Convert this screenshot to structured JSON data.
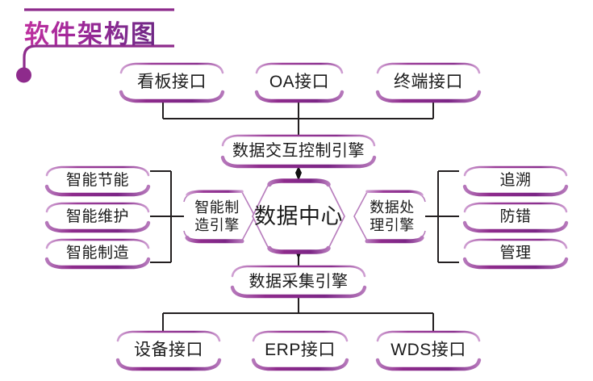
{
  "page": {
    "title": "软件架构图",
    "background_color": "#ffffff",
    "accent_color": "#8e2b8c",
    "accent_color_light": "#b05cb4",
    "accent_color_dark": "#6d2683",
    "title_color": "#a32a8e",
    "connector_color": "#231f20",
    "text_color": "#1a1a1a"
  },
  "diagram": {
    "type": "architecture-block-diagram",
    "top_row": {
      "group_name": "interface-layer",
      "items": [
        {
          "label": "看板接口"
        },
        {
          "label": "OA接口"
        },
        {
          "label": "终端接口"
        }
      ]
    },
    "control_engine": {
      "label": "数据交互控制引擎"
    },
    "core": {
      "left_engine": {
        "label": "智能制\n造引擎"
      },
      "center": {
        "label": "数据中心"
      },
      "right_engine": {
        "label": "数据处\n理引擎"
      }
    },
    "left_column": {
      "group_name": "manufacturing-functions",
      "items": [
        {
          "label": "智能节能"
        },
        {
          "label": "智能维护"
        },
        {
          "label": "智能制造"
        }
      ]
    },
    "right_column": {
      "group_name": "data-processing-functions",
      "items": [
        {
          "label": "追溯"
        },
        {
          "label": "防错"
        },
        {
          "label": "管理"
        }
      ]
    },
    "collection_engine": {
      "label": "数据采集引擎"
    },
    "bottom_row": {
      "group_name": "source-interface-layer",
      "items": [
        {
          "label": "设备接口"
        },
        {
          "label": "ERP接口"
        },
        {
          "label": "WDS接口"
        }
      ]
    }
  }
}
